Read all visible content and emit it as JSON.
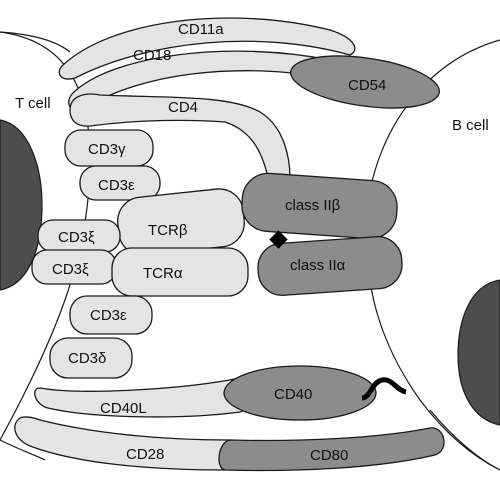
{
  "cells": {
    "t_cell_label": "T cell",
    "b_cell_label": "B cell"
  },
  "molecules": {
    "cd11a": "CD11a",
    "cd18": "CD18",
    "cd54": "CD54",
    "cd4": "CD4",
    "cd3_gamma": "CD3γ",
    "cd3_epsilon_top": "CD3ε",
    "tcr_beta": "TCRβ",
    "class_ii_beta": "class IIβ",
    "cd3_xi_top": "CD3ξ",
    "cd3_xi_bottom": "CD3ξ",
    "tcr_alpha": "TCRα",
    "class_ii_alpha": "class IIα",
    "cd3_epsilon_bottom": "CD3ε",
    "cd3_delta": "CD3δ",
    "cd40": "CD40",
    "cd40l": "CD40L",
    "cd28": "CD28",
    "cd80": "CD80"
  },
  "colors": {
    "t_cell_molecule": "#e4e4e4",
    "b_cell_molecule": "#8c8c8c",
    "nucleus": "#4d4d4d"
  }
}
